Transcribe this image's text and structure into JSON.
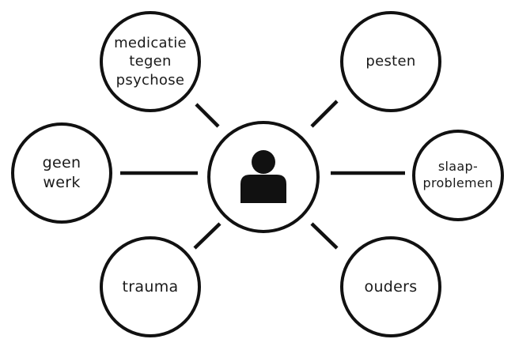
{
  "colors": {
    "stroke": "#111111",
    "text": "#1a1a1a",
    "background": "#ffffff"
  },
  "center": {
    "icon": "person-icon"
  },
  "nodes": {
    "medicatie": {
      "lines": [
        "medicatie",
        "tegen",
        "psychose"
      ]
    },
    "pesten": {
      "label": "pesten"
    },
    "geen_werk": {
      "lines": [
        "geen",
        "werk"
      ]
    },
    "slaap": {
      "lines": [
        "slaap-",
        "problemen"
      ]
    },
    "trauma": {
      "label": "trauma"
    },
    "ouders": {
      "label": "ouders"
    }
  }
}
